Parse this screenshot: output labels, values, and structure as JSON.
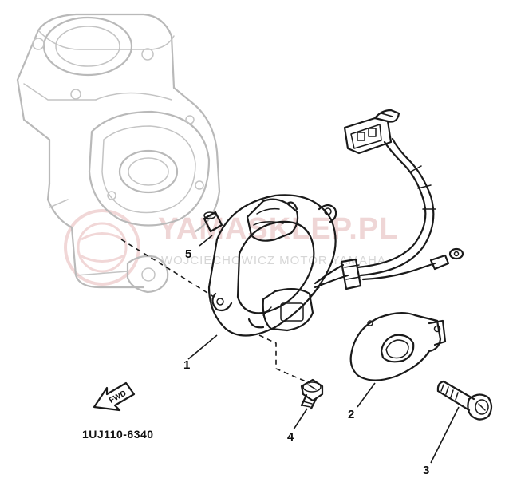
{
  "diagram": {
    "code": "1UJ110-6340",
    "direction_label": "FWD",
    "callouts": {
      "c1": "1",
      "c2": "2",
      "c3": "3",
      "c4": "4",
      "c5": "5"
    }
  },
  "watermark": {
    "main": "YAMASKLEP.PL",
    "sub": "WOJCIECHOWICZ MOTOR YAMAHA"
  },
  "colors": {
    "ink": "#1a1a1a",
    "ghost": "#b9b9b9",
    "watermark_red": "#e1b4b4"
  }
}
